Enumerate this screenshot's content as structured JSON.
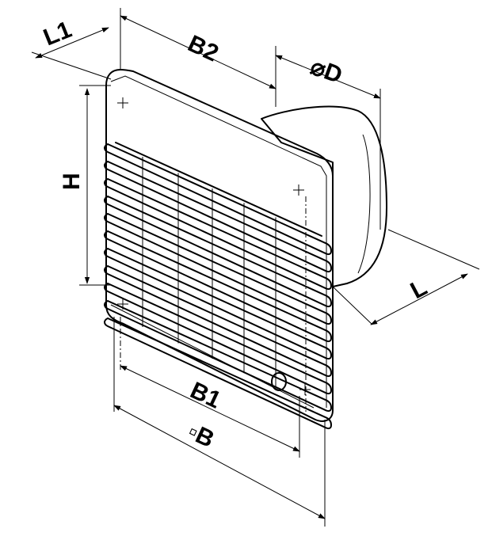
{
  "dimensions": {
    "l1": "L1",
    "b2": "B2",
    "d": "⌀D",
    "h": "H",
    "l": "L",
    "b1": "B1",
    "b": "▫B"
  }
}
